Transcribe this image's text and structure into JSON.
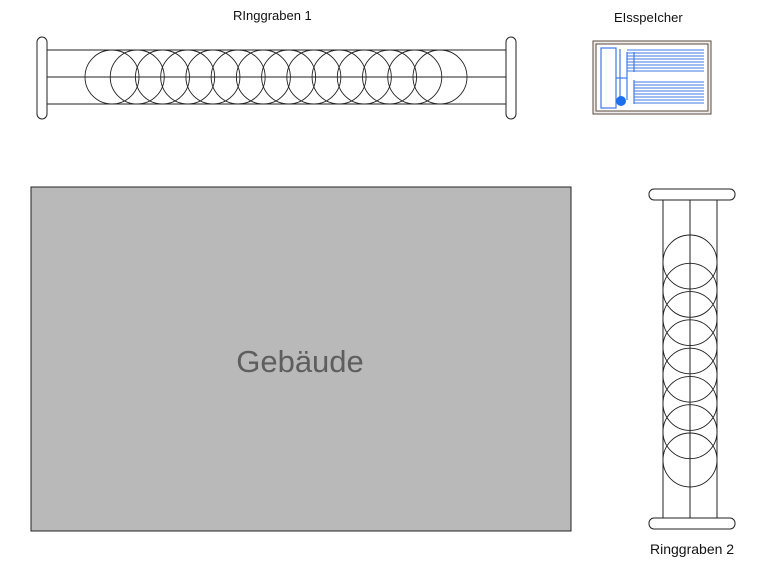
{
  "labels": {
    "ring1": "RInggraben 1",
    "storage": "EIsspeIcher",
    "building": "Gebäude",
    "ring2": "Ringgraben 2"
  },
  "colors": {
    "building_fill": "#b9b9b9",
    "building_text": "#5e5e5e",
    "storage_frame": "#8a7560",
    "storage_lines": "#3f79e6",
    "storage_dot": "#1e6ff0",
    "stroke": "#222222"
  },
  "ring1": {
    "coil_count": 14
  },
  "ring2": {
    "coil_count": 8
  }
}
